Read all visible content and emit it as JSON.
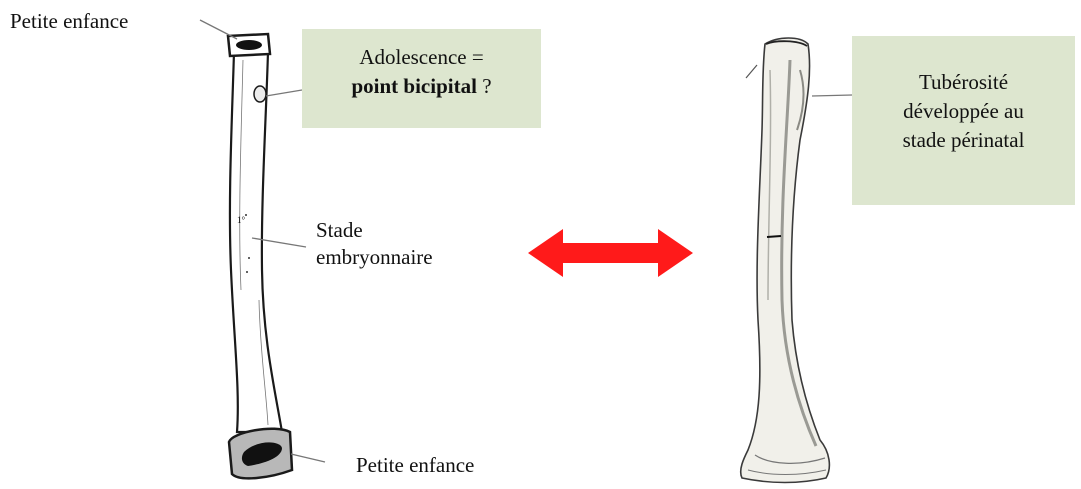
{
  "left_figure": {
    "label_top": "Petite enfance",
    "label_bottom": "Petite enfance",
    "label_middle_line1": "Stade",
    "label_middle_line2": "embryonnaire",
    "shaft_mark": "1°",
    "callout": {
      "line1": "Adolescence =",
      "line2_bold": "point bicipital",
      "line2_rest": " ?",
      "color": "#dde6cf"
    }
  },
  "right_figure": {
    "callout": {
      "line1": "Tubérosité",
      "line2": "développée au",
      "line3": "stade périnatal",
      "color": "#dde6cf"
    }
  },
  "arrow": {
    "color": "#ff1a1a",
    "type": "double-headed"
  }
}
